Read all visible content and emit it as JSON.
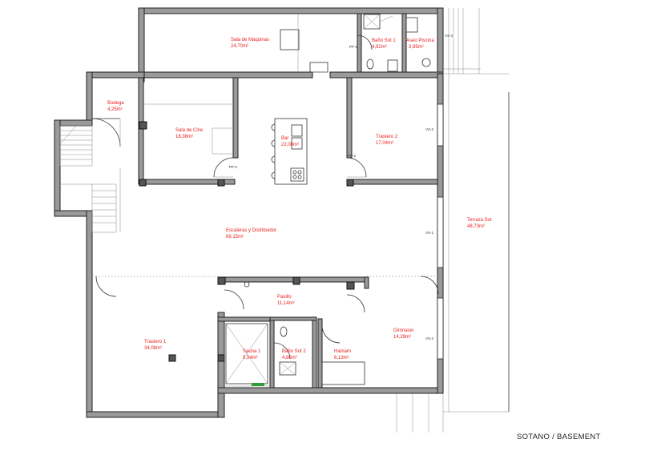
{
  "caption": "SOTANO / BASEMENT",
  "colors": {
    "labels": "#e8201f",
    "walls": "#9a9a9a"
  },
  "rooms": [
    {
      "id": "sala-maquinas",
      "name": "Sala de Maquinas",
      "area": "24,70m²"
    },
    {
      "id": "bano-sot-1",
      "name": "Baño Sot 1",
      "area": "4,92m²"
    },
    {
      "id": "aseo-piscina",
      "name": "Aseo Piscina",
      "area": "3,95m²"
    },
    {
      "id": "bodega",
      "name": "Bodega",
      "area": "4,25m²"
    },
    {
      "id": "sala-cine",
      "name": "Sala de Cine",
      "area": "18,38m²"
    },
    {
      "id": "bar",
      "name": "Bar",
      "area": "22,08m²"
    },
    {
      "id": "trastero-2",
      "name": "Trastero 2",
      "area": "17,04m²"
    },
    {
      "id": "escaleras",
      "name": "Escaleras y Distribuidor",
      "area": "69,15m²"
    },
    {
      "id": "terraza",
      "name": "Terraza Sot",
      "area": "48,73m²"
    },
    {
      "id": "pasillo",
      "name": "Pasillo",
      "area": "11,14m²"
    },
    {
      "id": "gimnasio",
      "name": "Gimnasio",
      "area": "14,29m²"
    },
    {
      "id": "trastero-1",
      "name": "Trastero 1",
      "area": "34,08m²"
    },
    {
      "id": "sauna",
      "name": "Sauna 1",
      "area": "5,54m²"
    },
    {
      "id": "bano-sot-2",
      "name": "Baño Sot 2",
      "area": "4,80m²"
    },
    {
      "id": "hamam",
      "name": "Hamam",
      "area": "6,13m²"
    }
  ],
  "tags": {
    "vs3": "VS-3",
    "pp1": "PP-1",
    "pp2a": "PP-2",
    "pp2b": "PP-2",
    "vs2a": "VS-2",
    "vs1": "VS-1",
    "vs2b": "VS-2"
  }
}
